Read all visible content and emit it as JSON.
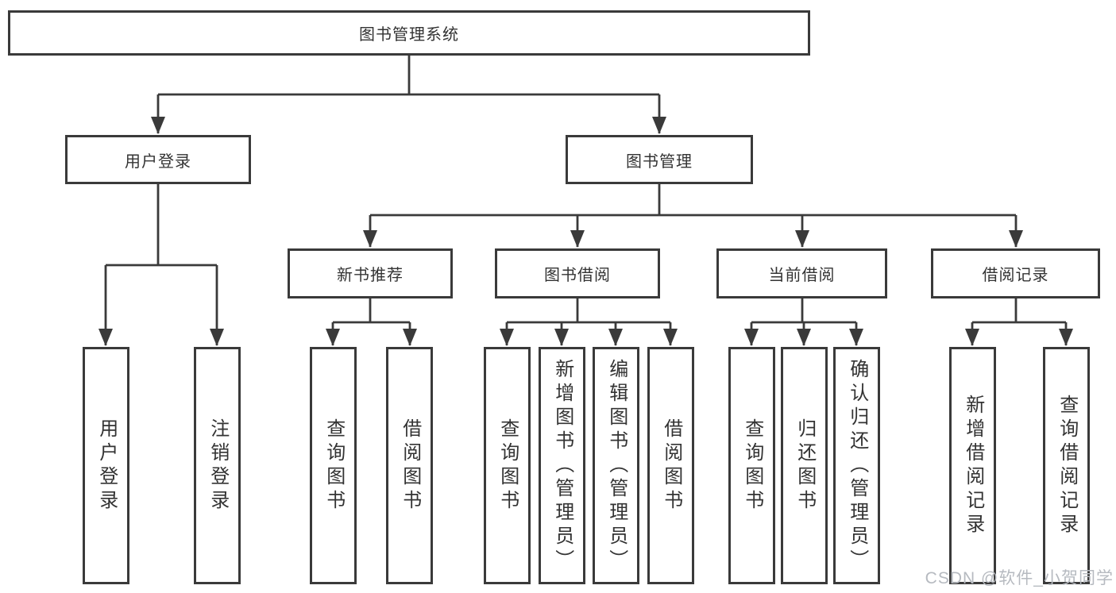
{
  "tree": {
    "root": {
      "label": "图书管理系统",
      "children": [
        {
          "label": "用户登录",
          "children": [
            {
              "label": "用户登录"
            },
            {
              "label": "注销登录"
            }
          ]
        },
        {
          "label": "图书管理",
          "children": [
            {
              "label": "新书推荐",
              "children": [
                {
                  "label": "查询图书"
                },
                {
                  "label": "借阅图书"
                }
              ]
            },
            {
              "label": "图书借阅",
              "children": [
                {
                  "label": "查询图书"
                },
                {
                  "label": "新增图书（管理员）"
                },
                {
                  "label": "编辑图书（管理员）"
                },
                {
                  "label": "借阅图书"
                }
              ]
            },
            {
              "label": "当前借阅",
              "children": [
                {
                  "label": "查询图书"
                },
                {
                  "label": "归还图书"
                },
                {
                  "label": "确认归还（管理员）"
                }
              ]
            },
            {
              "label": "借阅记录",
              "children": [
                {
                  "label": "新增借阅记录"
                },
                {
                  "label": "查询借阅记录"
                }
              ]
            }
          ]
        }
      ]
    }
  },
  "watermark": "CSDN @软件_小贺同学",
  "colors": {
    "line": "#3a3a3a",
    "text": "#333333",
    "background": "#ffffff",
    "watermark": "#b6bac0"
  }
}
